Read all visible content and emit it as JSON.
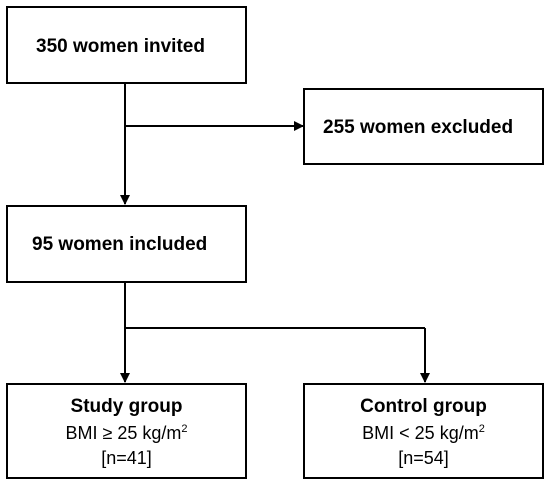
{
  "flowchart": {
    "invited": {
      "title": "350 women invited"
    },
    "excluded": {
      "title": "255 women excluded"
    },
    "included": {
      "title": "95 women included"
    },
    "study_group": {
      "title": "Study group",
      "criterion_prefix": "BMI ≥ 25 kg/m",
      "criterion_superscript": "2",
      "count": "[n=41]"
    },
    "control_group": {
      "title": "Control group",
      "criterion_prefix": "BMI < 25 kg/m",
      "criterion_superscript": "2",
      "count": "[n=54]"
    }
  },
  "colors": {
    "line": "#000000",
    "box_border": "#000000",
    "box_fill": "#ffffff"
  }
}
